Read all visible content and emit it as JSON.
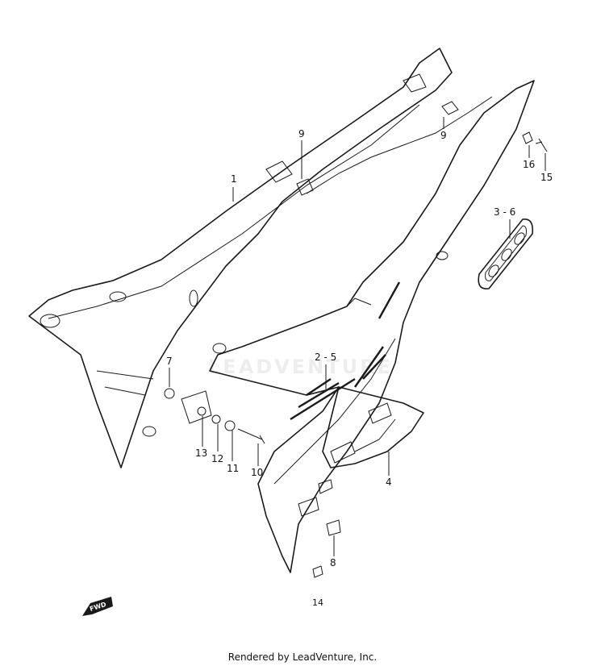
{
  "diagram": {
    "callouts": {
      "c1": "1",
      "c9a": "9",
      "c9b": "9",
      "c16": "16",
      "c15": "15",
      "c3_6": "3 - 6",
      "c2_5": "2 - 5",
      "c7": "7",
      "c13": "13",
      "c12": "12",
      "c11": "11",
      "c10": "10",
      "c4": "4",
      "c8": "8"
    },
    "page_number": "14",
    "fwd_label": "FWD",
    "watermark": "LEADVENTURE",
    "footer": "Rendered by LeadVenture, Inc."
  }
}
